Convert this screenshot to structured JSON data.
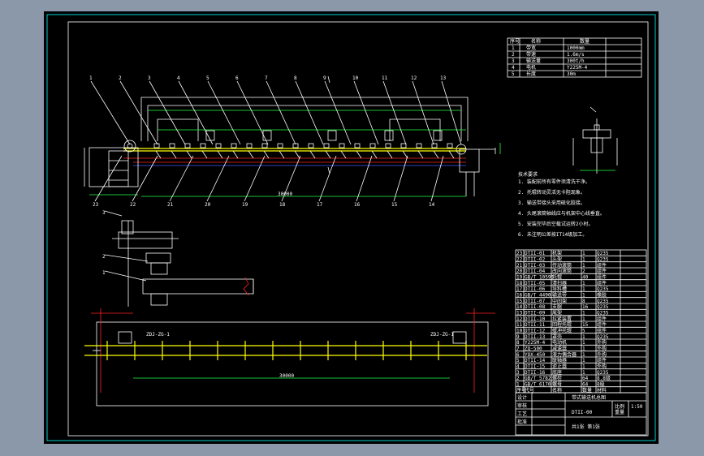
{
  "drawing": {
    "colors": {
      "background": "#000000",
      "workspace": "#8b98a9",
      "border": "#00ffff",
      "outline": "#ffffff",
      "belt": "#ffff00",
      "frame": "#ff2222",
      "dimension": "#22ff44"
    },
    "callouts_top": [
      "1",
      "2",
      "3",
      "4",
      "5",
      "6",
      "7",
      "8",
      "9",
      "10",
      "11",
      "12",
      "13"
    ],
    "callouts_bottom": [
      "23",
      "22",
      "21",
      "20",
      "19",
      "18",
      "17",
      "16",
      "15",
      "14"
    ],
    "side_callouts": [
      "1",
      "2",
      "3"
    ],
    "dimensions": {
      "main": "30000",
      "bottom": "30000",
      "plan_left": "ZDJ-ZG-1",
      "plan_right": "ZDJ-ZG-1"
    },
    "spec_table": {
      "header": [
        "序号",
        "名称",
        "数量"
      ],
      "rows": [
        [
          "1",
          "带宽",
          "1000mm"
        ],
        [
          "2",
          "带速",
          "1.6m/s"
        ],
        [
          "3",
          "输送量",
          "300t/h"
        ],
        [
          "4",
          "电机",
          "Y225M-4"
        ],
        [
          "5",
          "长度",
          "30m"
        ]
      ]
    },
    "notes_title": "技术要求",
    "notes": [
      "1. 装配前所有零件须清洗干净。",
      "2. 托辊转动灵活无卡阻现象。",
      "3. 输送带接头采用硫化胶接。",
      "4. 头尾滚筒轴线应与机架中心线垂直。",
      "5. 安装完毕后空载试运转2小时。",
      "6. 未注明公差按IT14级加工。"
    ],
    "parts_list": [
      [
        "23",
        "DTII-01",
        "机架",
        "1",
        "Q235"
      ],
      [
        "22",
        "DTII-02",
        "头架",
        "1",
        "Q235"
      ],
      [
        "21",
        "DTII-03",
        "传动滚筒",
        "1",
        "组件"
      ],
      [
        "20",
        "DTII-04",
        "改向滚筒",
        "2",
        "组件"
      ],
      [
        "19",
        "GB/T 10595",
        "托辊",
        "40",
        "组件"
      ],
      [
        "18",
        "DTII-05",
        "清扫器",
        "1",
        "组件"
      ],
      [
        "17",
        "DTII-06",
        "导料槽",
        "1",
        "Q235"
      ],
      [
        "16",
        "GB/T 4490",
        "输送带",
        "1",
        "橡胶"
      ],
      [
        "15",
        "DTII-07",
        "中间架",
        "8",
        "Q235"
      ],
      [
        "14",
        "DTII-08",
        "支腿",
        "16",
        "Q235"
      ],
      [
        "13",
        "DTII-09",
        "尾架",
        "1",
        "Q235"
      ],
      [
        "12",
        "DTII-10",
        "拉紧装置",
        "1",
        "组件"
      ],
      [
        "11",
        "DTII-11",
        "回程托辊",
        "15",
        "组件"
      ],
      [
        "10",
        "DTII-12",
        "缓冲托辊",
        "5",
        "组件"
      ],
      [
        "9",
        "DTII-13",
        "罩壳",
        "1",
        "Q235"
      ],
      [
        "8",
        "Y225M-4",
        "电动机",
        "1",
        "外购"
      ],
      [
        "7",
        "ZQ-500",
        "减速器",
        "1",
        "外购"
      ],
      [
        "6",
        "YOX-450",
        "液力偶合器",
        "1",
        "外购"
      ],
      [
        "5",
        "DTII-14",
        "联轴器",
        "1",
        "组件"
      ],
      [
        "4",
        "DTII-15",
        "逆止器",
        "1",
        "外购"
      ],
      [
        "3",
        "DTII-16",
        "底座",
        "1",
        "Q235"
      ],
      [
        "2",
        "GB/T 5782",
        "螺栓",
        "64",
        "8.8级"
      ],
      [
        "1",
        "GB/T 6170",
        "螺母",
        "64",
        "8级"
      ]
    ],
    "parts_header": [
      "序号",
      "代号",
      "名称",
      "数量",
      "材料"
    ],
    "title_block": {
      "drawing_title": "带式输送机总图",
      "scale": "1:50",
      "sheet": "共1张 第1张",
      "labels": [
        "设计",
        "审核",
        "工艺",
        "批准"
      ],
      "design_no": "DTII-00",
      "weight_label": "重量",
      "scale_label": "比例"
    }
  }
}
